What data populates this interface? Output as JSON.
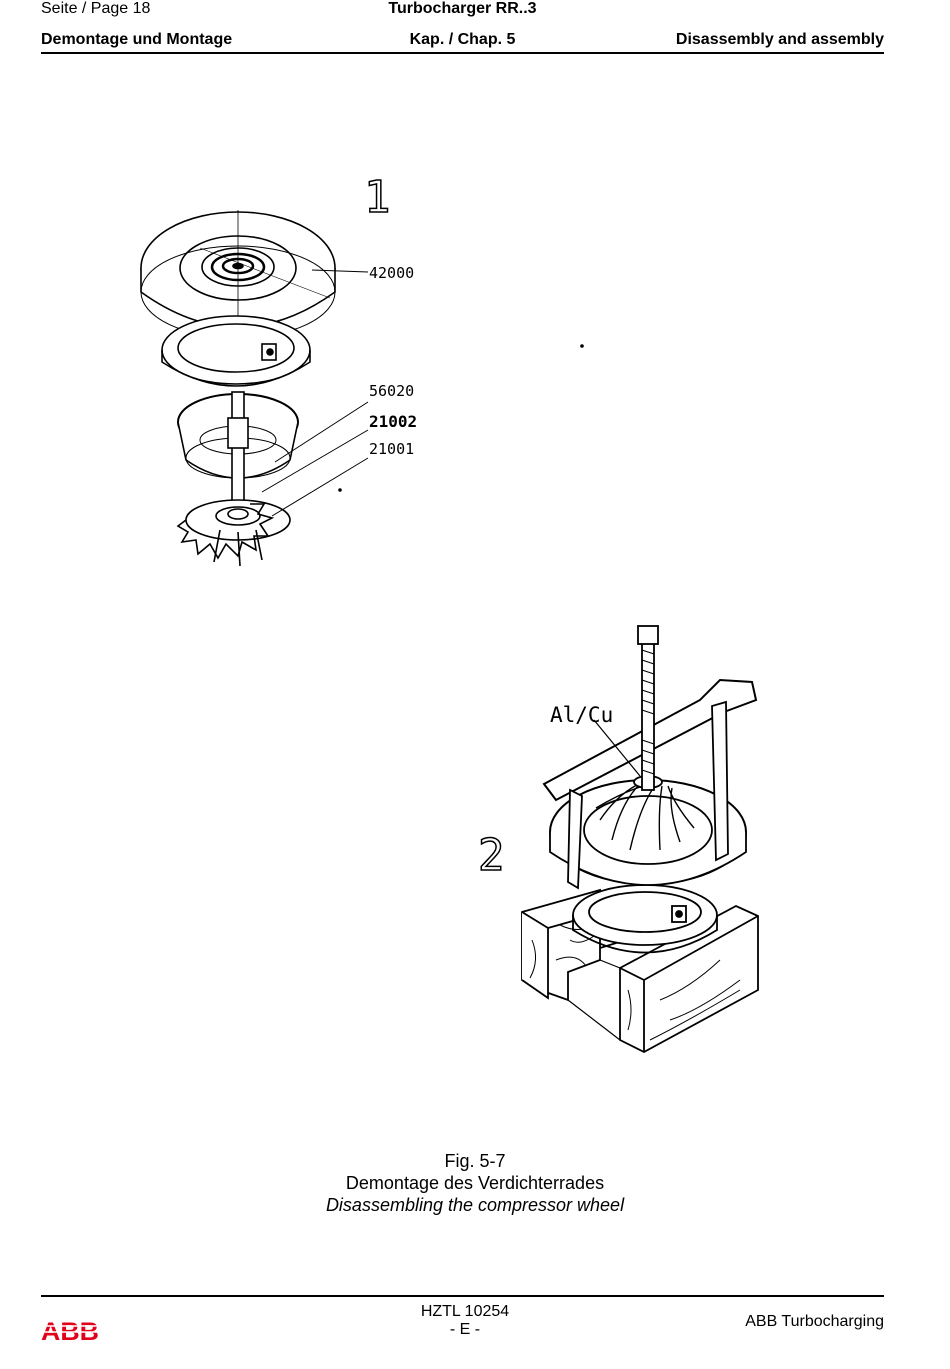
{
  "header": {
    "page_label": "Seite / Page  18",
    "doc_title": "Turbocharger RR..3",
    "section_de": "Demontage und Montage",
    "chapter": "Kap. / Chap. 5",
    "section_en": "Disassembly and assembly"
  },
  "figure1": {
    "step_number": "1",
    "part_labels": [
      "42000",
      "56020",
      "21002",
      "21001"
    ]
  },
  "figure2": {
    "step_number": "2",
    "material_label": "Al/Cu"
  },
  "caption": {
    "figure_number": "Fig. 5-7",
    "title_de": "Demontage des Verdichterrades",
    "title_en": "Disassembling the compressor wheel"
  },
  "footer": {
    "doc_number": "HZTL 10254",
    "edition": "- E -",
    "company": "ABB Turbocharging",
    "logo_text": "ABB",
    "logo_color": "#e2001a"
  }
}
